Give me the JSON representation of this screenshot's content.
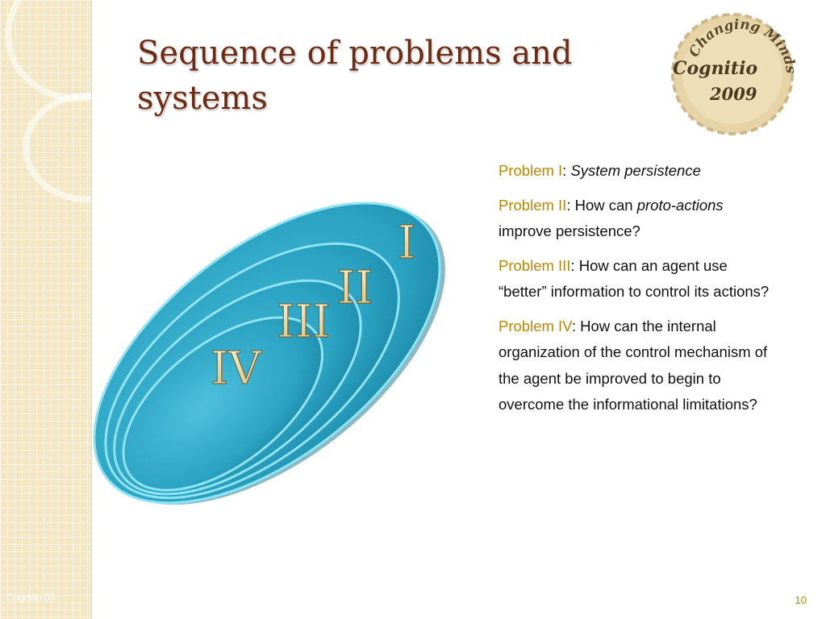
{
  "slide": {
    "title": "Sequence of problems and systems",
    "footer": "Cognitio 09",
    "page_number": "10"
  },
  "logo": {
    "arc_text": "Changing Minds",
    "name": "Cognitio",
    "year": "2009"
  },
  "diagram": {
    "labels": [
      "I",
      "II",
      "III",
      "IV"
    ],
    "fill_color": "#2fa8c5"
  },
  "problems": [
    {
      "label": "Problem I",
      "sep": ": ",
      "text": "System persistence"
    },
    {
      "label": "Problem II",
      "sep": ": How can ",
      "em": "proto-actions",
      "text": " improve persistence?"
    },
    {
      "label": "Problem III",
      "sep": ": ",
      "text": "How can an agent use “better” information to control its actions?"
    },
    {
      "label": "Problem IV",
      "sep": ": ",
      "text": "How can the internal organization of the control mechanism of the agent be improved to begin to overcome the informational limitations?"
    }
  ],
  "colors": {
    "title": "#6e2a12",
    "label": "#b88900",
    "strip": "#f3e7c3"
  }
}
